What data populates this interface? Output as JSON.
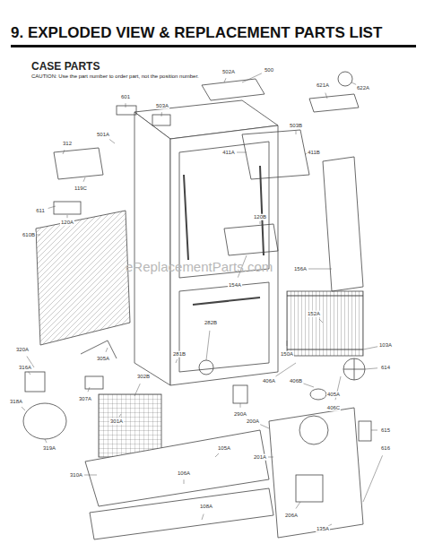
{
  "diagram": {
    "title": "9. EXPLODED VIEW & REPLACEMENT PARTS LIST",
    "labels": [
      "CASE PARTS",
      "CAUTION: Use the part number to order part, not the position number.",
      "eReplacementParts.com",
      "601",
      "501A",
      "312",
      "119C",
      "611",
      "610B",
      "120A",
      "320A",
      "316A",
      "318A",
      "307A",
      "305A",
      "319A",
      "302B",
      "301A",
      "310A",
      "281B",
      "282B",
      "290A",
      "105A",
      "106A",
      "108A",
      "406A",
      "406B",
      "405A",
      "406C",
      "200A",
      "201A",
      "206A",
      "135A",
      "615",
      "616",
      "150A",
      "154A",
      "156A",
      "152A",
      "120B",
      "103A",
      "614",
      "503A",
      "500",
      "502A",
      "503B",
      "411A",
      "411B",
      "621A",
      "622A"
    ]
  }
}
